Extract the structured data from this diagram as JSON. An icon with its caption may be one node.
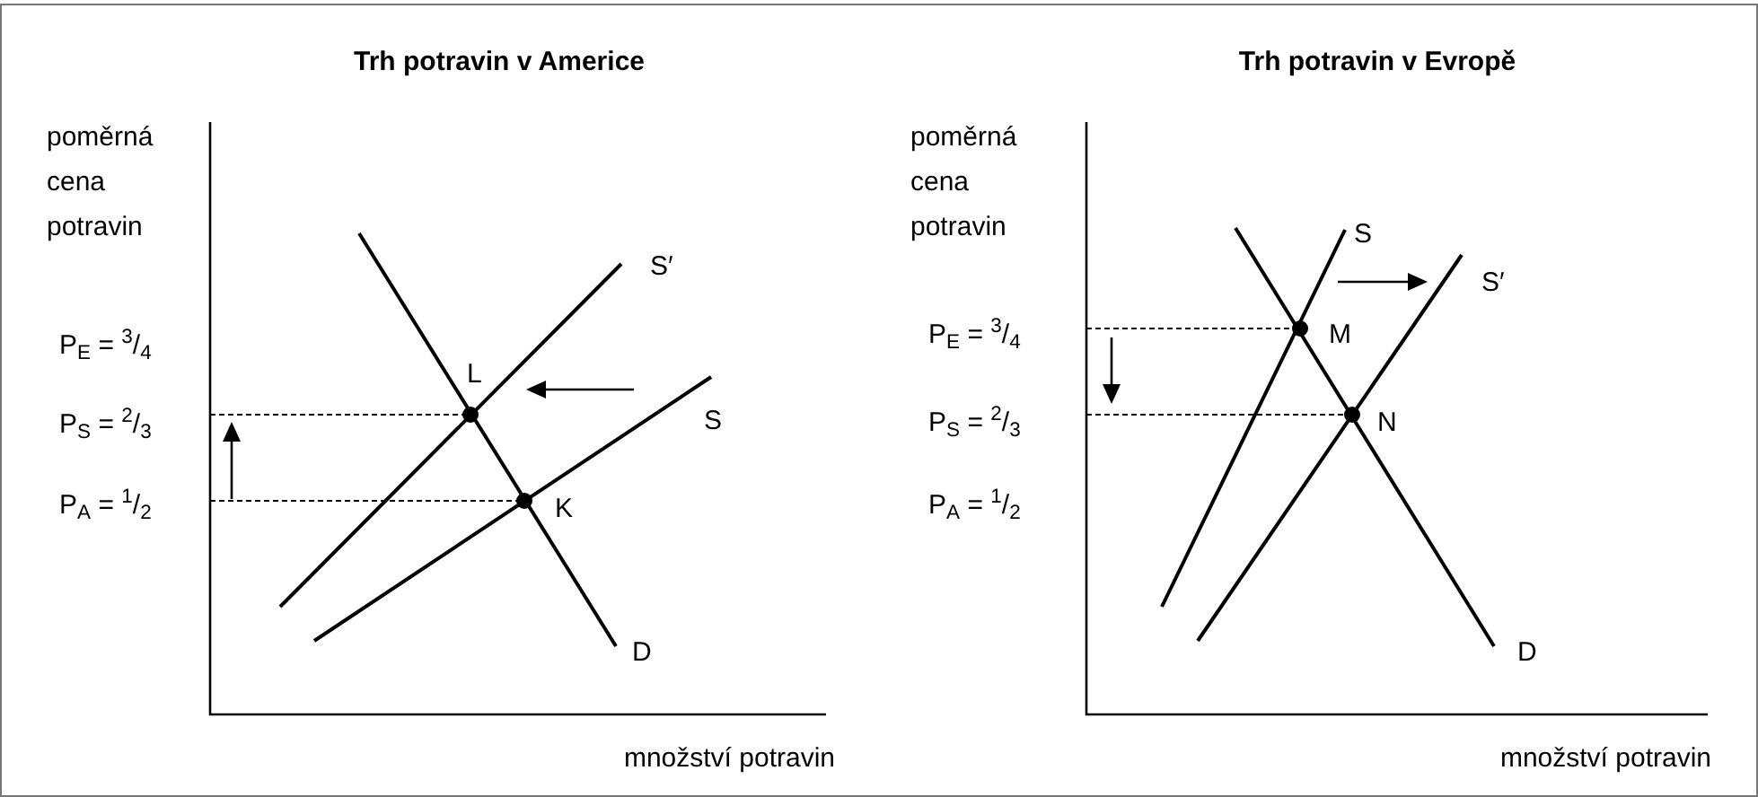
{
  "diagram": {
    "labels": [
      "Trh potravin v Americe",
      "poměrná cena potravin",
      "S′",
      "L",
      "P$_{E}$ = $^{3}$/$_{4}$",
      "S",
      "P$_{S}$ = $^{2}$/$_{3}$",
      "P$_{A}$ = $^{1}$/$_{2}$",
      "K",
      "D",
      "množství potravin",
      "Trh potravin v Evropě",
      "poměrná cena potravin",
      "S",
      "S′",
      "P$_{E}$ = $^{3}$/$_{4}$",
      "M",
      "P$_{S}$ = $^{2}$/$_{3}$",
      "N",
      "P$_{A}$ = $^{1}$/$_{2}$",
      "D",
      "množství potravin"
    ]
  }
}
